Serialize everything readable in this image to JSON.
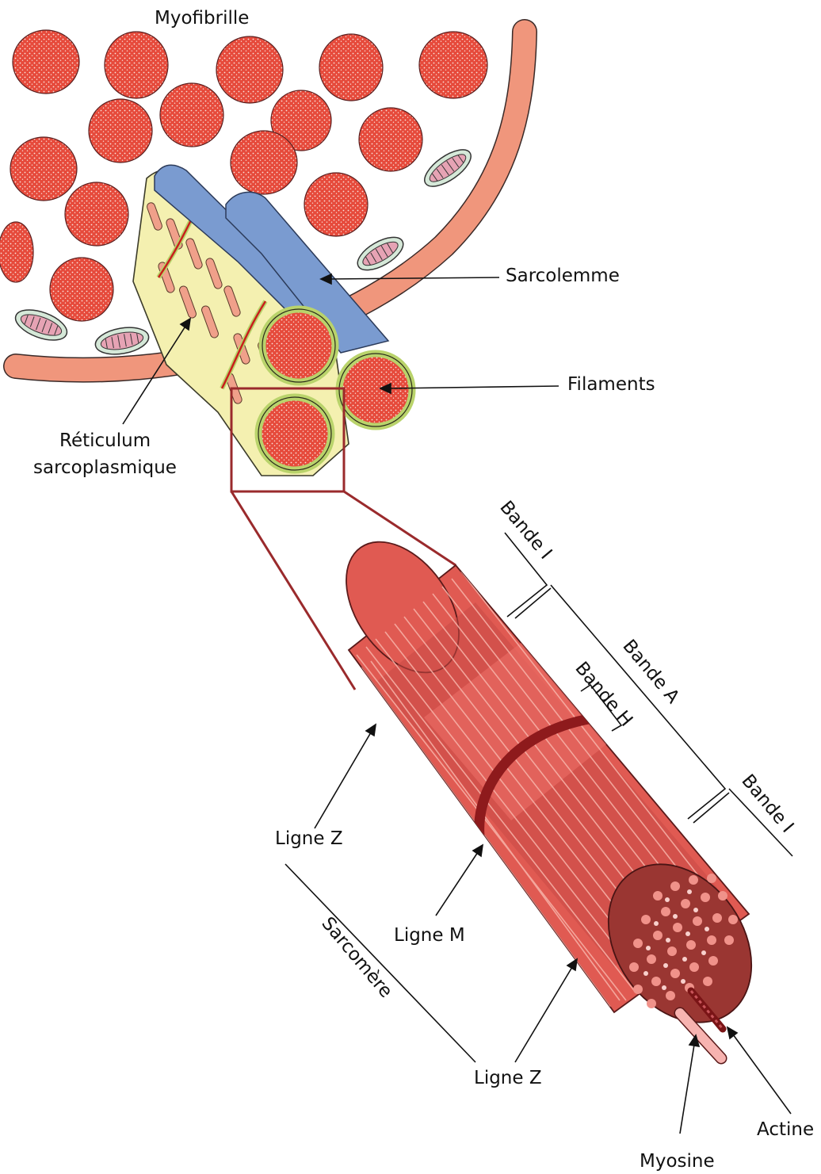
{
  "labels": {
    "myofibrille": "Myofibrille",
    "sarcolemme": "Sarcolemme",
    "filaments": "Filaments",
    "reticulum_line1": "Réticulum",
    "reticulum_line2": "sarcoplasmique",
    "bande_i_top": "Bande I",
    "bande_a": "Bande A",
    "bande_h": "Bande H",
    "bande_i_bottom": "Bande I",
    "ligne_z_top": "Ligne Z",
    "ligne_m": "Ligne M",
    "sarcomere": "Sarcomère",
    "ligne_z_bottom": "Ligne Z",
    "myosine": "Myosine",
    "actine": "Actine"
  },
  "colors": {
    "myofibril_red": "#e8483a",
    "sarcolemma_salmon": "#f0967c",
    "tube_blue": "#7a9bd0",
    "reticulum_yellow": "#f4f0b0",
    "reticulum_green": "#b9d36b",
    "sarcomere_red": "#e05a52",
    "m_line_dark": "#8e1a1c",
    "frame_dark_red": "#9a2a2c"
  }
}
